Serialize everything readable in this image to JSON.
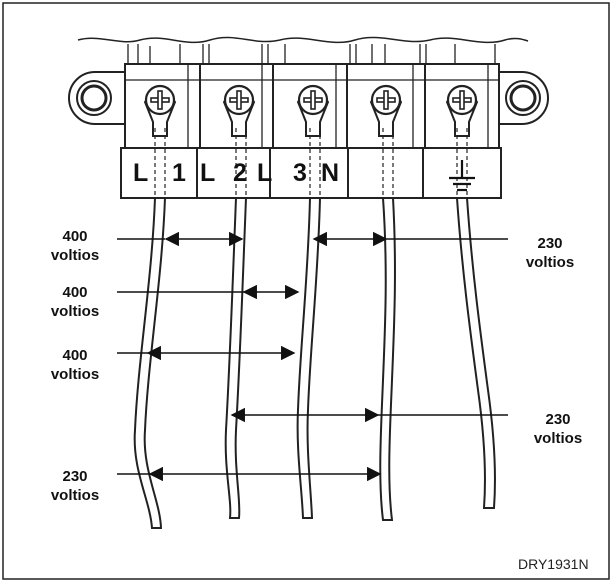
{
  "terminals": {
    "t1": "L",
    "t2": "1",
    "t3": "L",
    "t4": "2",
    "t5": "L",
    "t6": "3",
    "t7": "N"
  },
  "ground_icon": "ground-symbol-icon",
  "voltages": [
    {
      "value": "400",
      "unit": "voltios"
    },
    {
      "value": "400",
      "unit": "voltios"
    },
    {
      "value": "400",
      "unit": "voltios"
    },
    {
      "value": "230",
      "unit": "voltios"
    },
    {
      "value": "230",
      "unit": "voltios"
    },
    {
      "value": "230",
      "unit": "voltios"
    }
  ],
  "figure_code": "DRY1931N"
}
